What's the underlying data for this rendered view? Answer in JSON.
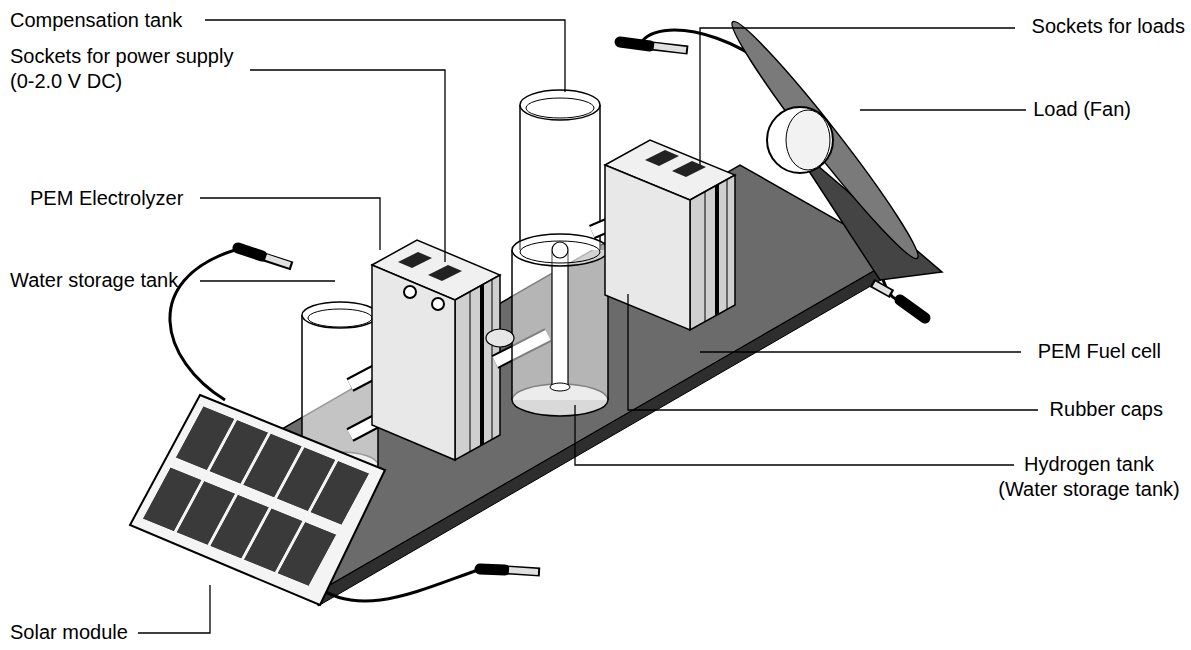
{
  "diagram": {
    "labels": [
      "Compensation tank",
      "Sockets for power supply (0-2.0 V DC)",
      "PEM Electrolyzer",
      "Water storage tank",
      "Solar module",
      "Sockets for loads",
      "Load (Fan)",
      "PEM Fuel cell",
      "Rubber caps",
      "Hydrogen tank (Water storage tank)"
    ]
  }
}
